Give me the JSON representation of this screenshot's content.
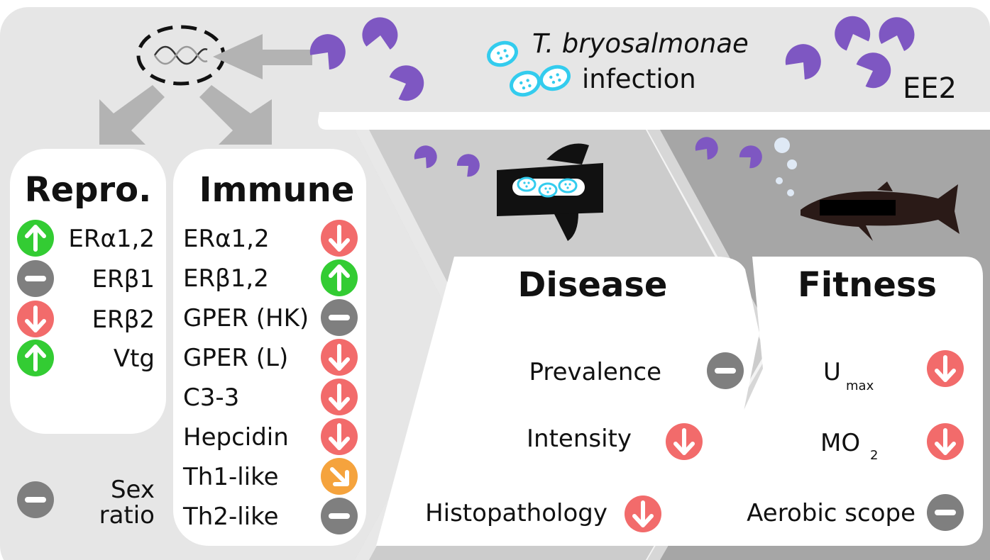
{
  "header": {
    "pathogen_italic": "T. bryosalmonae",
    "pathogen_suffix": "infection",
    "compound": "EE2"
  },
  "repro": {
    "title": "Repro.",
    "items": [
      {
        "label": "ERα1,2",
        "effect": "up"
      },
      {
        "label": "ERβ1",
        "effect": "none"
      },
      {
        "label": "ERβ2",
        "effect": "down"
      },
      {
        "label": "Vtg",
        "effect": "up"
      }
    ],
    "sex_ratio": {
      "line1": "Sex",
      "line2": "ratio",
      "effect": "none"
    }
  },
  "immune": {
    "title": "Immune",
    "items": [
      {
        "label": "ERα1,2",
        "effect": "down"
      },
      {
        "label": "ERβ1,2",
        "effect": "up"
      },
      {
        "label": "GPER (HK)",
        "effect": "none"
      },
      {
        "label": "GPER (L)",
        "effect": "down"
      },
      {
        "label": "C3-3",
        "effect": "down"
      },
      {
        "label": "Hepcidin",
        "effect": "down"
      },
      {
        "label": "Th1-like",
        "effect": "slight-down"
      },
      {
        "label": "Th2-like",
        "effect": "none"
      }
    ]
  },
  "disease": {
    "title": "Disease",
    "items": [
      {
        "label": "Prevalence",
        "effect": "none"
      },
      {
        "label": "Intensity",
        "effect": "down"
      },
      {
        "label": "Histopathology",
        "effect": "down"
      }
    ]
  },
  "fitness": {
    "title": "Fitness",
    "items": [
      {
        "label": "U",
        "sub": "max",
        "effect": "down"
      },
      {
        "label": "MO",
        "sub": "2",
        "effect": "down"
      },
      {
        "label": "Aerobic scope",
        "sub": "",
        "effect": "none"
      }
    ]
  },
  "colors": {
    "up": "#33cc33",
    "down": "#f26b6b",
    "none": "#7f7f7f",
    "slight_down": "#f5a33d",
    "ee2_purple": "#7e57c2",
    "parasite_cyan": "#33ccee",
    "arrow_grey": "#b3b3b3"
  }
}
